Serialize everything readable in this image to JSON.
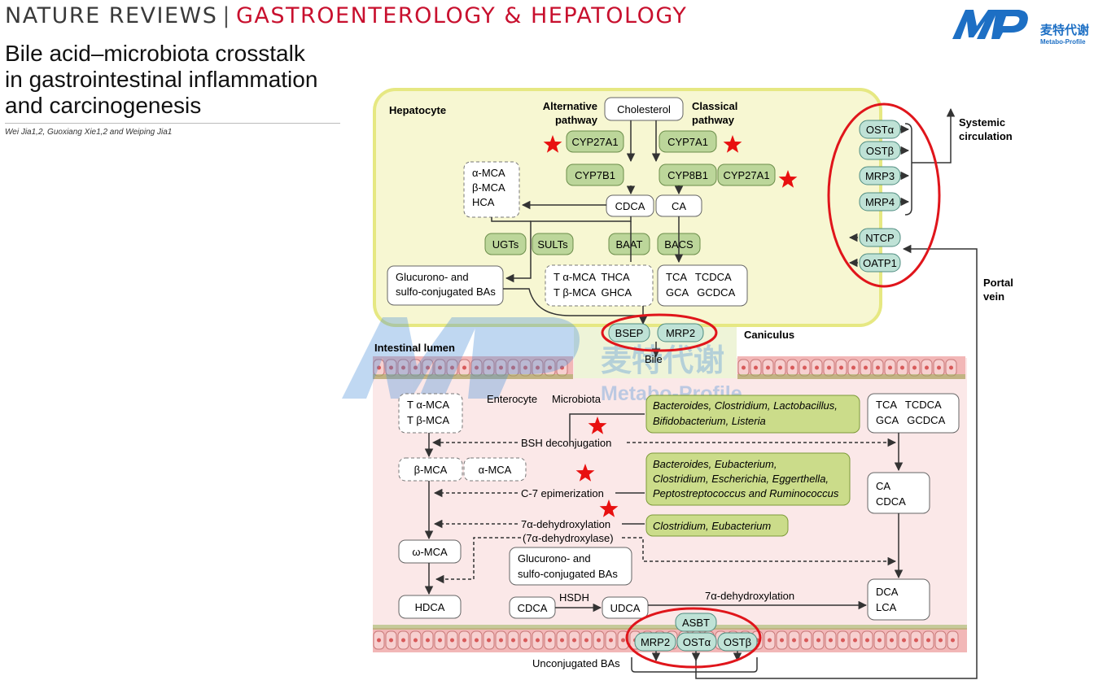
{
  "header": {
    "journal_left": "NATURE REVIEWS",
    "journal_right": "GASTROENTEROLOGY & HEPATOLOGY"
  },
  "paper": {
    "title_lines": [
      "Bile acid–microbiota crosstalk",
      "in gastrointestinal inflammation",
      "and carcinogenesis"
    ],
    "authors": "Wei Jia1,2, Guoxiang Xie1,2 and Weiping Jia1"
  },
  "logo": {
    "mark": "MP",
    "cn": "麦特代谢",
    "en": "Metabo-Profile"
  },
  "watermark": {
    "cn": "麦特代谢",
    "en": "Metabo-Profile"
  },
  "colors": {
    "hepatocyte_fill": "#f7f7d2",
    "hepatocyte_border": "#e6e882",
    "enzyme_fill": "#bcd69a",
    "transporter_fill": "#bfe2d6",
    "lumen_fill": "#fbe8e8",
    "bacteria_fill": "#cbdc8a",
    "highlight": "#e0151b",
    "star": "#e81010"
  },
  "diagram": {
    "hepatocyte_label": "Hepatocyte",
    "alt_pathway": [
      "Alternative",
      "pathway"
    ],
    "classical_pathway": [
      "Classical",
      "pathway"
    ],
    "cholesterol": "Cholesterol",
    "enzymes": {
      "cyp27a1_alt": "CYP27A1",
      "cyp7a1": "CYP7A1",
      "cyp7b1": "CYP7B1",
      "cyp8b1": "CYP8B1",
      "cyp27a1_cls": "CYP27A1",
      "ugts": "UGTs",
      "sults": "SULTs",
      "baat": "BAAT",
      "bacs": "BACS"
    },
    "mca_box": [
      "α-MCA",
      "β-MCA",
      "HCA"
    ],
    "cdca": "CDCA",
    "ca": "CA",
    "gluc_box": [
      "Glucurono- and",
      "sulfo-conjugated BAs"
    ],
    "tmca_box": [
      "T α-MCA  THCA",
      "T β-MCA  GHCA"
    ],
    "tca_box": [
      "TCA   TCDCA",
      "GCA   GCDCA"
    ],
    "transporters_sys": [
      "OSTα",
      "OSTβ",
      "MRP3",
      "MRP4"
    ],
    "transporters_uptake": [
      "NTCP",
      "OATP1"
    ],
    "systemic_circulation": [
      "Systemic",
      "circulation"
    ],
    "portal_vein": [
      "Portal",
      "vein"
    ],
    "bsep": "BSEP",
    "mrp2": "MRP2",
    "caniculus": "Caniculus",
    "bile": "Bile",
    "intestinal_lumen": "Intestinal lumen",
    "enterocyte": "Enterocyte",
    "microbiota": "Microbiota",
    "int_tmca": [
      "T α-MCA",
      "T β-MCA"
    ],
    "int_tca": [
      "TCA   TCDCA",
      "GCA   GCDCA"
    ],
    "bsh": "BSH deconjugation",
    "bact1": [
      "Bacteroides, Clostridium, Lactobacillus,",
      "Bifidobacterium, Listeria"
    ],
    "beta_mca": "β-MCA",
    "alpha_mca": "α-MCA",
    "c7": "C-7 epimerization",
    "bact2": [
      "Bacteroides, Eubacterium,",
      "Clostridium, Escherichia, Eggerthella,",
      "Peptostreptococcus and Ruminococcus"
    ],
    "ca_cdca": [
      "CA",
      "CDCA"
    ],
    "dehydrox": "7α-dehydroxylation",
    "dehydroxylase": "(7α-dehydroxylase)",
    "bact3": "Clostridium, Eubacterium",
    "omega_mca": "ω-MCA",
    "int_gluc": [
      "Glucurono- and",
      "sulfo-conjugated BAs"
    ],
    "hdca": "HDCA",
    "int_cdca": "CDCA",
    "hsdh": "HSDH",
    "udca": "UDCA",
    "dehydrox2": "7α-dehydroxylation",
    "dca_lca": [
      "DCA",
      "LCA"
    ],
    "asbt": "ASBT",
    "bottom_transporters": [
      "MRP2",
      "OSTα",
      "OSTβ"
    ],
    "unconjugated": "Unconjugated BAs"
  }
}
